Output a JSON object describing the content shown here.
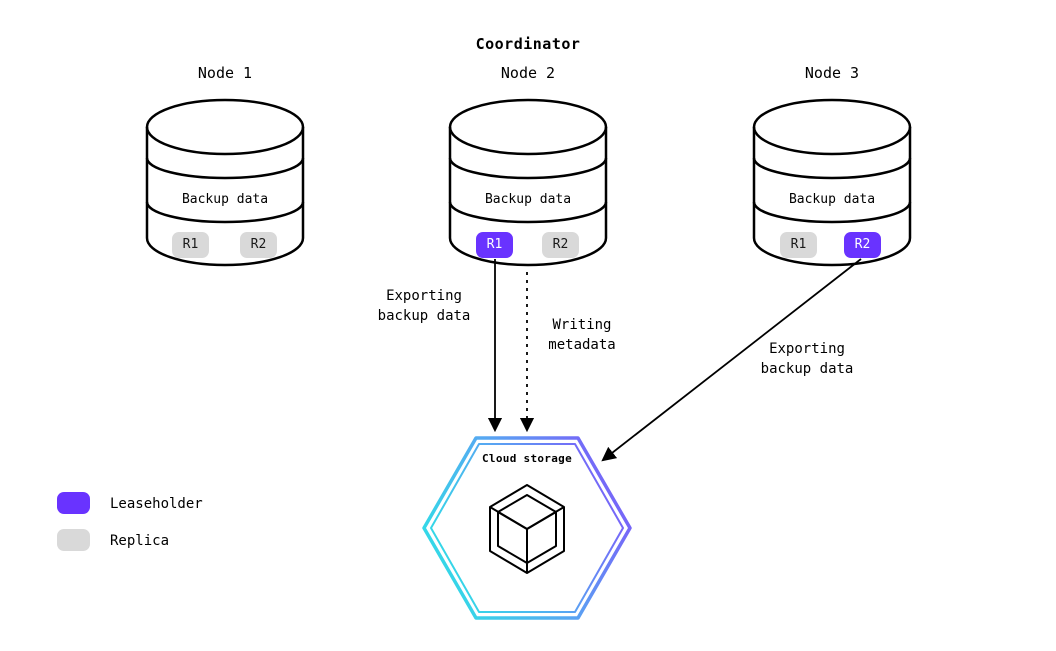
{
  "title": "Coordinator",
  "nodes": [
    {
      "label": "Node 1",
      "layer": "Backup data",
      "replicas": [
        {
          "label": "R1",
          "type": "replica"
        },
        {
          "label": "R2",
          "type": "replica"
        }
      ]
    },
    {
      "label": "Node 2",
      "layer": "Backup data",
      "replicas": [
        {
          "label": "R1",
          "type": "leaseholder"
        },
        {
          "label": "R2",
          "type": "replica"
        }
      ]
    },
    {
      "label": "Node 3",
      "layer": "Backup data",
      "replicas": [
        {
          "label": "R1",
          "type": "replica"
        },
        {
          "label": "R2",
          "type": "leaseholder"
        }
      ]
    }
  ],
  "edges": [
    {
      "from": "Node 2 R1",
      "to": "Cloud storage",
      "style": "solid",
      "label_line1": "Exporting",
      "label_line2": "backup data"
    },
    {
      "from": "Node 2",
      "to": "Cloud storage",
      "style": "dashed",
      "label_line1": "Writing",
      "label_line2": "metadata"
    },
    {
      "from": "Node 3 R2",
      "to": "Cloud storage",
      "style": "solid",
      "label_line1": "Exporting",
      "label_line2": "backup data"
    }
  ],
  "cloud_storage": {
    "label": "Cloud storage"
  },
  "legend": {
    "items": [
      {
        "label": "Leaseholder",
        "color": "#6933ff"
      },
      {
        "label": "Replica",
        "color": "#d9d9d9"
      }
    ]
  },
  "colors": {
    "leaseholder": "#6933ff",
    "replica": "#d9d9d9",
    "arrow": "#000000",
    "hex_border_start": "#2fdfe6",
    "hex_border_mid": "#57a7f2",
    "hex_border_end": "#7b5cf9"
  }
}
